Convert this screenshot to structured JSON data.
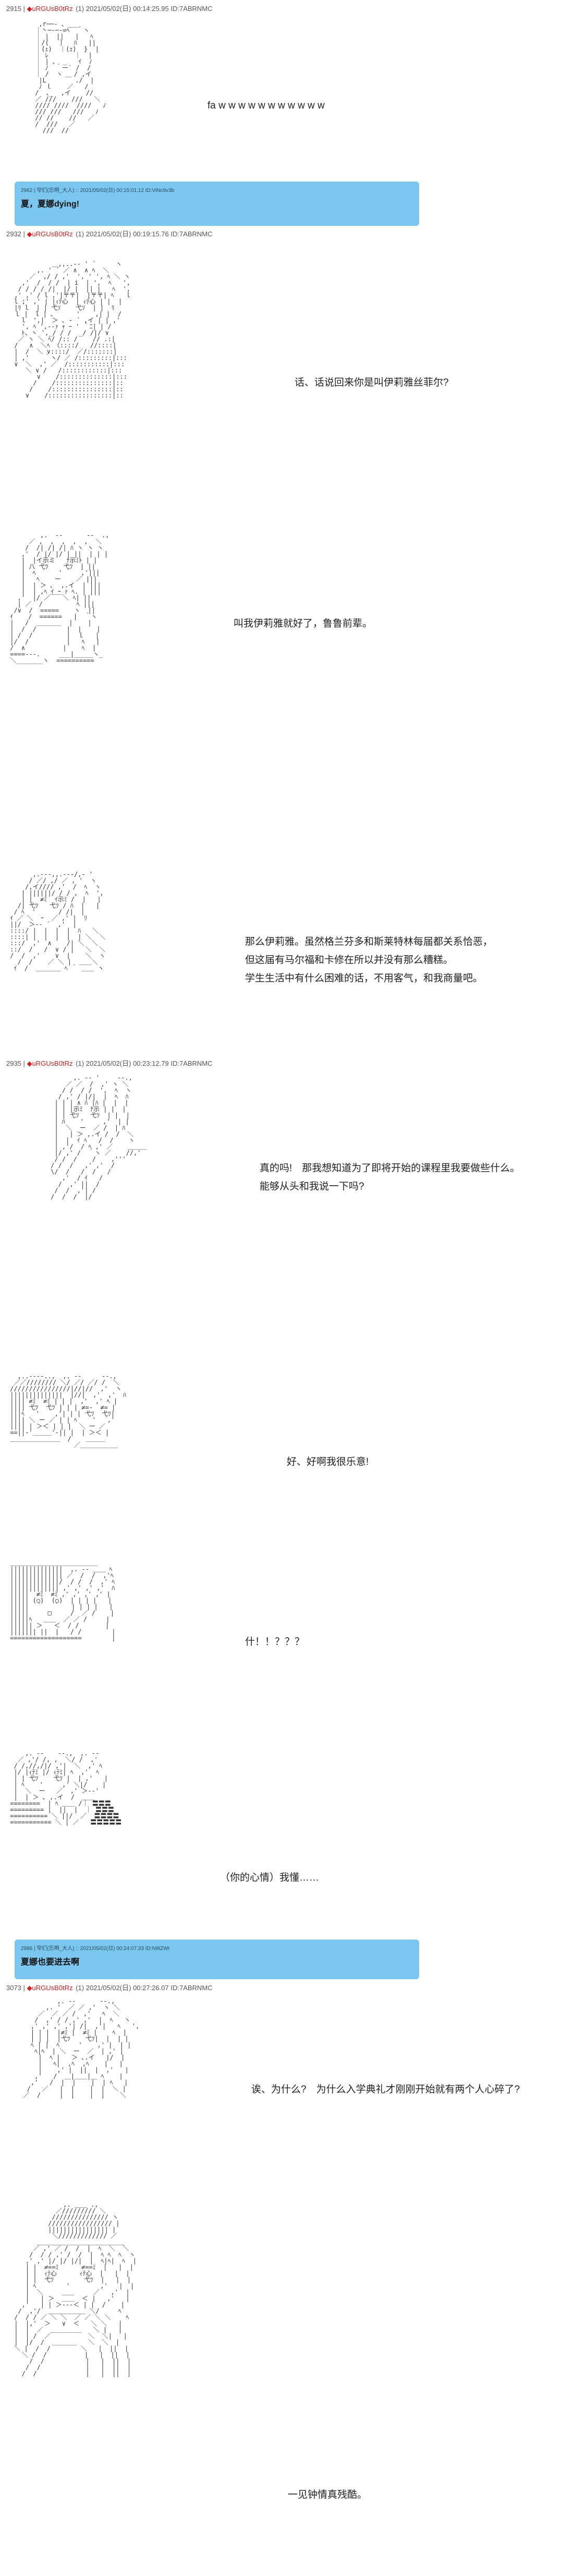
{
  "posts": [
    {
      "number": "2915",
      "separator": "|",
      "name": "◆uRGUsB0tRz",
      "suffix": "(1)",
      "timestamp": "2021/05/02(日) 00:14:25.95 ID:7ABRNMC",
      "lines": [
        "fa w w w w w w w w w w w"
      ],
      "reply": {
        "meta": "2962 | 窄们(忘啊_大人) :: 2021/05/02(日) 00:15:01.12 ID:ViNc9v3b",
        "text": "夏，夏娜dying!"
      }
    },
    {
      "number": "2932",
      "separator": "|",
      "name": "◆uRGUsB0tRz",
      "suffix": "(1)",
      "timestamp": "2021/05/02(日) 00:19:15.76 ID:7ABRNMC",
      "lines": [
        "话、话说回来你是叫伊莉雅丝菲尔?",
        "叫我伊莉雅就好了，鲁鲁前辈。",
        "那么伊莉雅。虽然格兰芬多和斯莱特林每届都关系恰恶，",
        "但这届有马尔福和卡修在所以并没有那么糟糕。",
        "学生生活中有什么困难的话，不用客气，和我商量吧。"
      ]
    },
    {
      "number": "2935",
      "separator": "|",
      "name": "◆uRGUsB0tRz",
      "suffix": "(1)",
      "timestamp": "2021/05/02(日) 00:23:12.79 ID:7ABRNMC",
      "lines": [
        "真的吗!　那我想知道为了即将开始的课程里我要做些什么。",
        "能够从头和我说一下吗?",
        "好、好啊我很乐意!",
        "什！！？？？",
        "（你的心情）我懂……"
      ],
      "reply": {
        "meta": "2986 | 窄们(忘啊_大人) :: 2021/05/02(日) 00:24:07.33 ID:N8tZWr",
        "text": "夏娜也要进去啊"
      }
    },
    {
      "number": "3073",
      "separator": "|",
      "name": "◆uRGUsB0tRz",
      "suffix": "(1)",
      "timestamp": "2021/05/02(日) 00:27:26.07 ID:7ABRNMC",
      "lines": [
        "诶、为什么?　为什么入学典礼才刚刚开始就有两个人心碎了?",
        "一见钟情真残酷。"
      ]
    }
  ],
  "colors": {
    "trip": "#cc2222",
    "reply_bg": "#7ac6ee"
  }
}
